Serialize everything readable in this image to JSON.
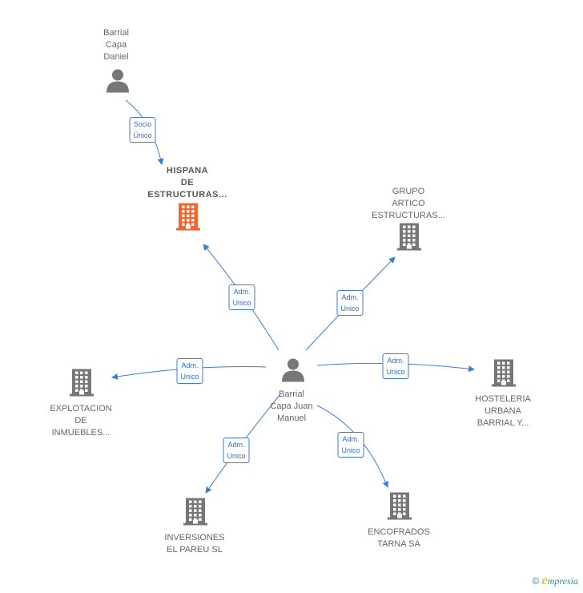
{
  "colors": {
    "edge": "#3b7dd8",
    "company": "#777777",
    "highlight": "#f26530",
    "person": "#777777"
  },
  "nodes": {
    "barrial_daniel": {
      "lines": [
        "Barrial",
        "Capa",
        "Daniel"
      ],
      "icon": "person-icon"
    },
    "hispana": {
      "lines": [
        "HISPANA",
        "DE",
        "ESTRUCTURAS..."
      ],
      "icon": "building-icon",
      "highlight": true
    },
    "grupo_artico": {
      "lines": [
        "GRUPO",
        "ARTICO",
        "ESTRUCTURAS..."
      ],
      "icon": "building-icon"
    },
    "explotacion": {
      "lines": [
        "EXPLOTACION",
        "DE",
        "INMUEBLES..."
      ],
      "icon": "building-icon"
    },
    "barrial_juan": {
      "lines": [
        "Barrial",
        "Capa Juan",
        "Manuel"
      ],
      "icon": "person-icon"
    },
    "hosteleria": {
      "lines": [
        "HOSTELERIA",
        "URBANA",
        "BARRIAL Y..."
      ],
      "icon": "building-icon"
    },
    "inversiones": {
      "lines": [
        "INVERSIONES",
        "EL PAREU SL"
      ],
      "icon": "building-icon"
    },
    "encofrados": {
      "lines": [
        "ENCOFRADOS",
        "TARNA SA"
      ],
      "icon": "building-icon"
    }
  },
  "edges": [
    {
      "from": "barrial_daniel",
      "to": "hispana",
      "label": [
        "Socio",
        "Único"
      ]
    },
    {
      "from": "barrial_juan",
      "to": "hispana",
      "label": [
        "Adm.",
        "Unico"
      ]
    },
    {
      "from": "barrial_juan",
      "to": "grupo_artico",
      "label": [
        "Adm.",
        "Unico"
      ]
    },
    {
      "from": "barrial_juan",
      "to": "explotacion",
      "label": [
        "Adm.",
        "Unico"
      ]
    },
    {
      "from": "barrial_juan",
      "to": "hosteleria",
      "label": [
        "Adm.",
        "Unico"
      ]
    },
    {
      "from": "barrial_juan",
      "to": "inversiones",
      "label": [
        "Adm.",
        "Unico"
      ]
    },
    {
      "from": "barrial_juan",
      "to": "encofrados",
      "label": [
        "Adm.",
        "Unico"
      ]
    }
  ],
  "footer": {
    "copyright": "©",
    "brand_initial": "e",
    "brand_rest": "mpresia"
  }
}
